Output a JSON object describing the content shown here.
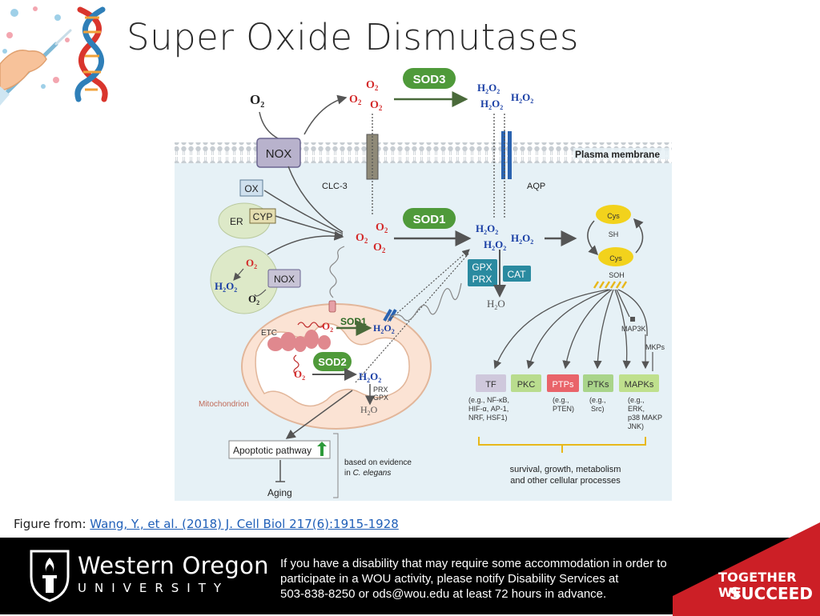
{
  "slide": {
    "title": "Super Oxide Dismutases",
    "caption_prefix": "Figure from: ",
    "caption_link": "Wang, Y., et al. (2018) J. Cell Biol 217(6):1915-1928"
  },
  "logo": {
    "icon": "dna-pipette-icon"
  },
  "diagram": {
    "o2": "O",
    "o2_sub": "2",
    "superoxide": "O",
    "superoxide_sub": "2",
    "superoxide_sup": "•-",
    "h2o2": "H",
    "sod3": "SOD3",
    "sod1": "SOD1",
    "sod1_mito": "SOD1",
    "sod2": "SOD2",
    "nox": "NOX",
    "nox_small": "NOX",
    "ox": "OX",
    "er": "ER",
    "cyp": "CYP",
    "clc3": "CLC-3",
    "aqp": "AQP",
    "plasma_membrane": "Plasma membrane",
    "gpx": "GPX",
    "prx": "PRX",
    "cat": "CAT",
    "h2o": "H",
    "cys": "Cys",
    "sh": "SH",
    "soh": "SOH",
    "map3k": "MAP3K",
    "mkps": "MKPs",
    "etc": "ETC",
    "mitochondrion": "Mitochondrion",
    "mito_prx": "PRX",
    "mito_gpx": "GPX",
    "targets": [
      {
        "label": "TF",
        "color": "#cfc8dc",
        "text_color": "#333333"
      },
      {
        "label": "PKC",
        "color": "#b9dc8e",
        "text_color": "#333333"
      },
      {
        "label": "PTPs",
        "color": "#e9646a",
        "text_color": "#ffffff"
      },
      {
        "label": "PTKs",
        "color": "#a9d48a",
        "text_color": "#333333"
      },
      {
        "label": "MAPKs",
        "color": "#bfe08d",
        "text_color": "#333333"
      }
    ],
    "tf_examples": [
      "(e.g., NF-κB,",
      "HIF-α, AP-1,",
      "NRF, HSF1)"
    ],
    "ptp_examples": [
      "(e.g.,",
      "PTEN)"
    ],
    "ptk_examples": [
      "(e.g.,",
      "Src)"
    ],
    "mapk_examples": [
      "(e.g.,",
      "ERK,",
      "p38 MAKP",
      "JNK)"
    ],
    "outcome_lines": [
      "survival, growth, metabolism",
      "and other cellular processes"
    ],
    "apoptotic": "Apoptotic pathway",
    "aging": "Aging",
    "evidence_line1": "based on evidence",
    "evidence_line2_prefix": "in ",
    "evidence_line2_italic": "C. elegans"
  },
  "footer": {
    "wou_name": "Western Oregon",
    "wou_university": "UNIVERSITY",
    "notice_lines": [
      "If you have a disability that may require some accommodation in order to",
      "participate in a WOU activity, please notify Disability Services at",
      "503-838-8250 or ods@wou.edu at least 72 hours in advance."
    ],
    "slogan_line1": "TOGETHER WE",
    "slogan_line2": "SUCCEED",
    "accent_red": "#cc1f26"
  },
  "colors": {
    "ros_red": "#d32a2a",
    "h2o2_blue": "#1a3fa5",
    "enzyme_green": "#4f9a3a",
    "cell_bg": "#e6f1f6",
    "membrane": "#b7c1c7"
  }
}
